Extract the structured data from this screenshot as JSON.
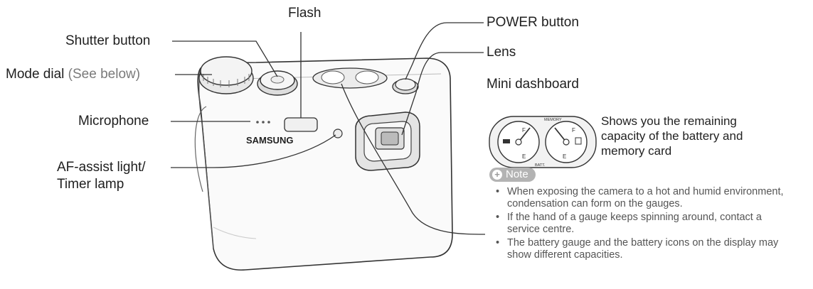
{
  "labels": {
    "flash": "Flash",
    "shutter_button": "Shutter button",
    "mode_dial": "Mode dial",
    "mode_dial_sub": "(See below)",
    "microphone": "Microphone",
    "af_assist_line1": "AF-assist light/",
    "af_assist_line2": "Timer lamp",
    "power_button": "POWER button",
    "lens": "Lens",
    "mini_dashboard": "Mini dashboard"
  },
  "dashboard": {
    "description": "Shows you the remaining capacity of the battery and memory card",
    "gauge_full": "F",
    "gauge_empty": "E",
    "memory_label": "MEMORY",
    "batt_label": "BATT."
  },
  "camera": {
    "brand": "SAMSUNG"
  },
  "note": {
    "title": "Note",
    "items": [
      "When exposing the camera to a hot and humid environment, condensation can form on the gauges.",
      "If the hand of a gauge keeps spinning around, contact a service centre.",
      "The battery gauge and the battery icons on the display may show different capacities."
    ]
  },
  "colors": {
    "panel": "#e6e6e6",
    "badge": "#b3b3b3",
    "line": "#333333"
  }
}
